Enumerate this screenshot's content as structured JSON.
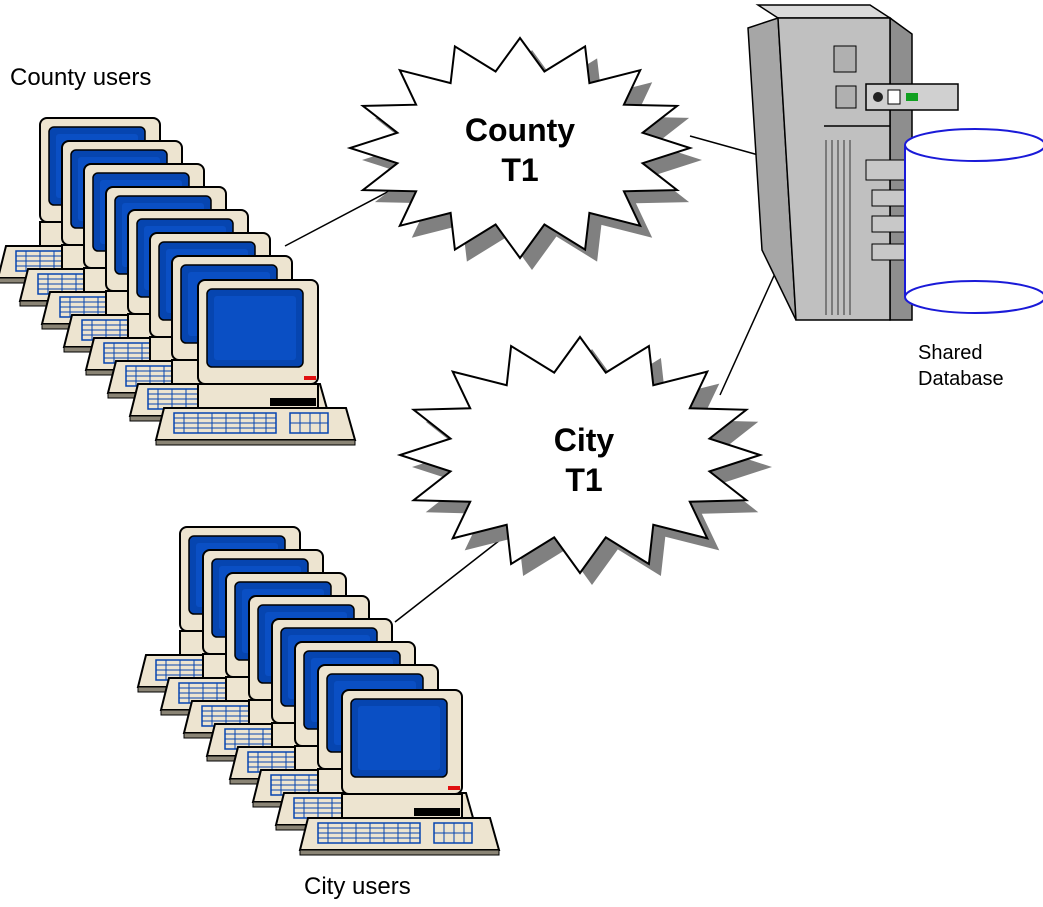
{
  "labels": {
    "county_users": "County users",
    "city_users": "City users",
    "shared_database": [
      "Shared",
      "Database"
    ]
  },
  "clouds": {
    "county": [
      "County",
      "T1"
    ],
    "city": [
      "City",
      "T1"
    ]
  },
  "colors": {
    "screen_blue": "#0645b0",
    "monitor_body": "#ede4d0",
    "server_gray": "#c0c0c0",
    "shadow_gray": "#808080",
    "power_led": "#e01010",
    "server_led": "#10a020",
    "line": "#000000"
  },
  "icons": {
    "workstation": "desktop-computer-icon",
    "server": "server-tower-icon",
    "database": "database-cylinder-icon"
  },
  "counts": {
    "county_workstations": 8,
    "city_workstations": 8
  }
}
